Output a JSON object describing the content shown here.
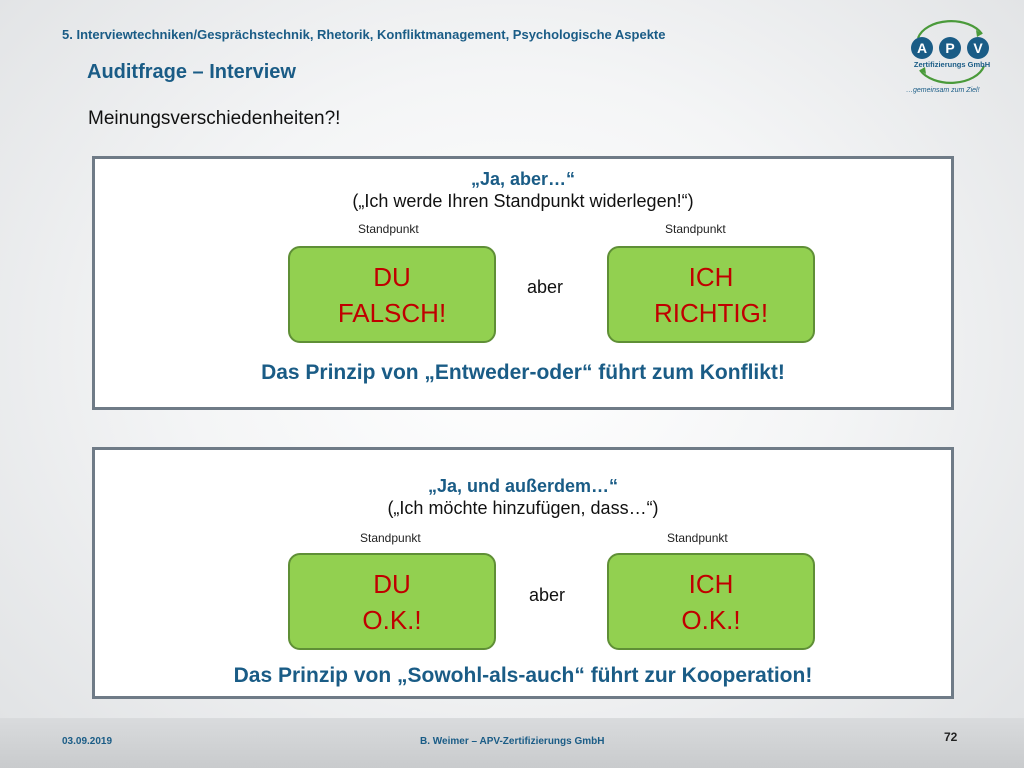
{
  "slide": {
    "section_title": "5. Interviewtechniken/Gesprächstechnik, Rhetorik, Konfliktmanagement, Psychologische Aspekte",
    "heading": "Auditfrage – Interview",
    "subheading": "Meinungsverschiedenheiten?!"
  },
  "logo": {
    "letters": [
      "A",
      "P",
      "V"
    ],
    "company": "Zertifizierungs GmbH",
    "tagline": "…gemeinsam zum Ziel!",
    "colors": {
      "blue": "#1a5c86",
      "green": "#4a9a3a"
    }
  },
  "panel1": {
    "phrase": "„Ja, aber…“",
    "phrase_sub": "(„Ich werde Ihren Standpunkt widerlegen!“)",
    "standpoint_left": "Standpunkt",
    "standpoint_right": "Standpunkt",
    "left_box": {
      "line1": "DU",
      "line2": "FALSCH!"
    },
    "connector": "aber",
    "right_box": {
      "line1": "ICH",
      "line2": "RICHTIG!"
    },
    "principle": "Das Prinzip von „Entweder-oder“ führt zum Konflikt!"
  },
  "panel2": {
    "phrase": "„Ja, und außerdem…“",
    "phrase_sub": "(„Ich möchte hinzufügen, dass…“)",
    "standpoint_left": "Standpunkt",
    "standpoint_right": "Standpunkt",
    "left_box": {
      "line1": "DU",
      "line2": "O.K.!"
    },
    "connector": "aber",
    "right_box": {
      "line1": "ICH",
      "line2": "O.K.!"
    },
    "principle": "Das Prinzip von „Sowohl-als-auch“ führt zur Kooperation!"
  },
  "footer": {
    "date": "03.09.2019",
    "author": "B. Weimer – APV-Zertifizierungs GmbH",
    "page": "72"
  },
  "colors": {
    "accent_blue": "#1a5c86",
    "box_green": "#92d050",
    "box_text_red": "#c00000",
    "panel_border": "#6f7b87"
  }
}
